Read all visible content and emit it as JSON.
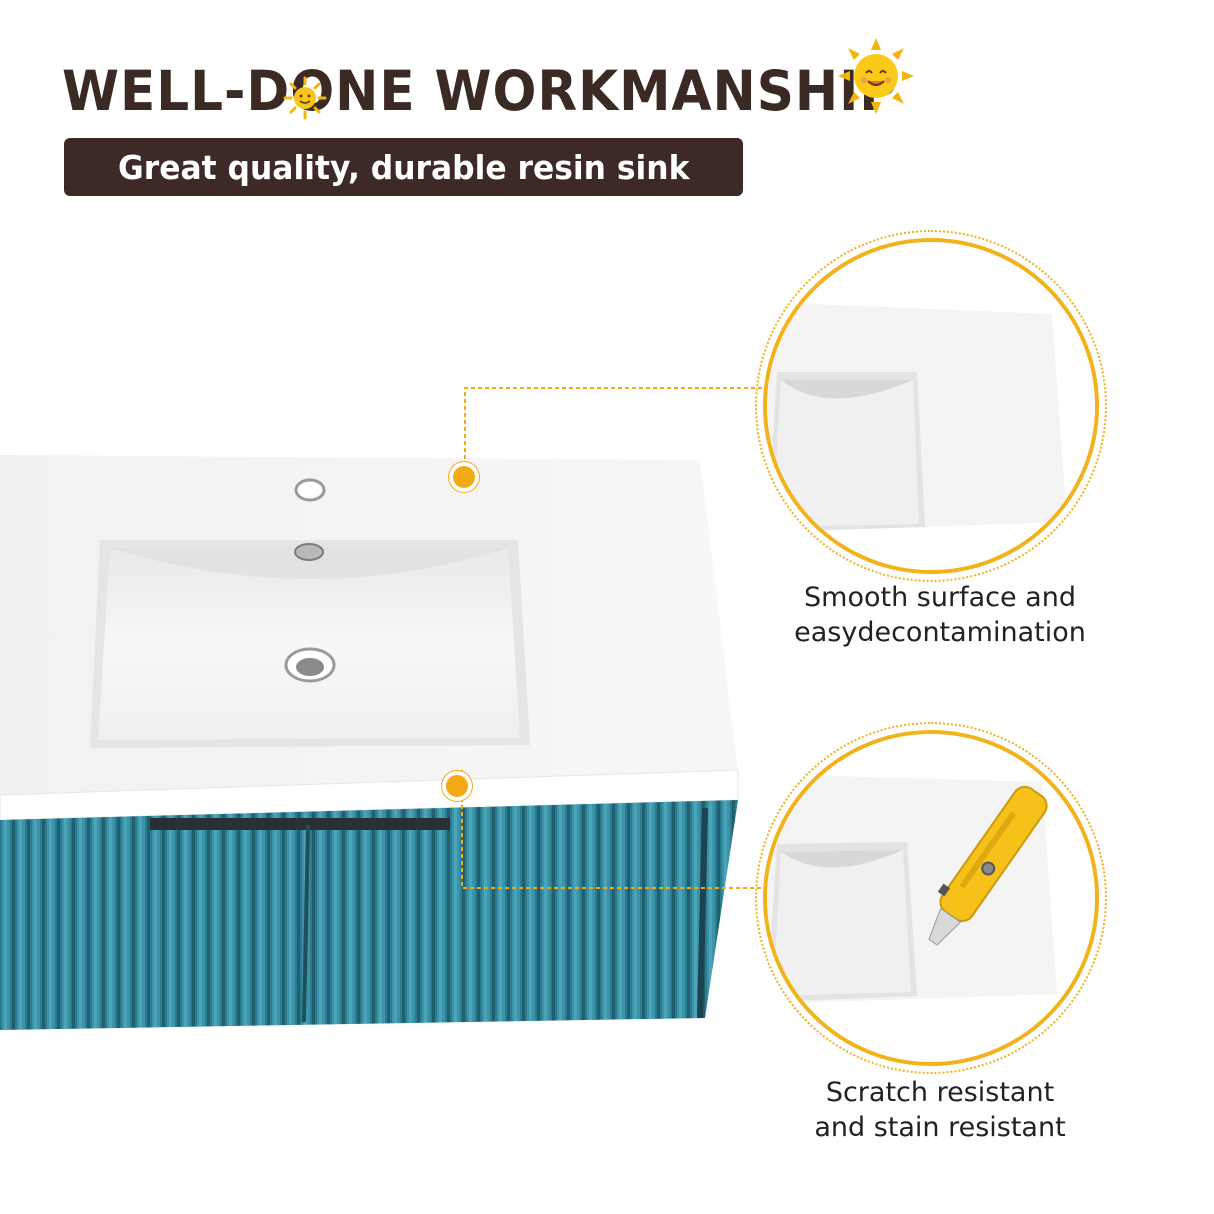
{
  "header": {
    "title": "WELL-DONE WORKMANSHIP",
    "subtitle": "Great quality, durable resin sink"
  },
  "features": [
    {
      "caption_line1": "Smooth surface and",
      "caption_line2": "easydecontamination",
      "icon": "sink-closeup"
    },
    {
      "caption_line1": "Scratch resistant",
      "caption_line2": "and stain resistant",
      "icon": "utility-knife"
    }
  ],
  "colors": {
    "title": "#3b2a24",
    "banner": "#3d2a26",
    "accent": "#f3a914",
    "cabinet": "#2d7f92",
    "basin": "#f4f4f4"
  }
}
